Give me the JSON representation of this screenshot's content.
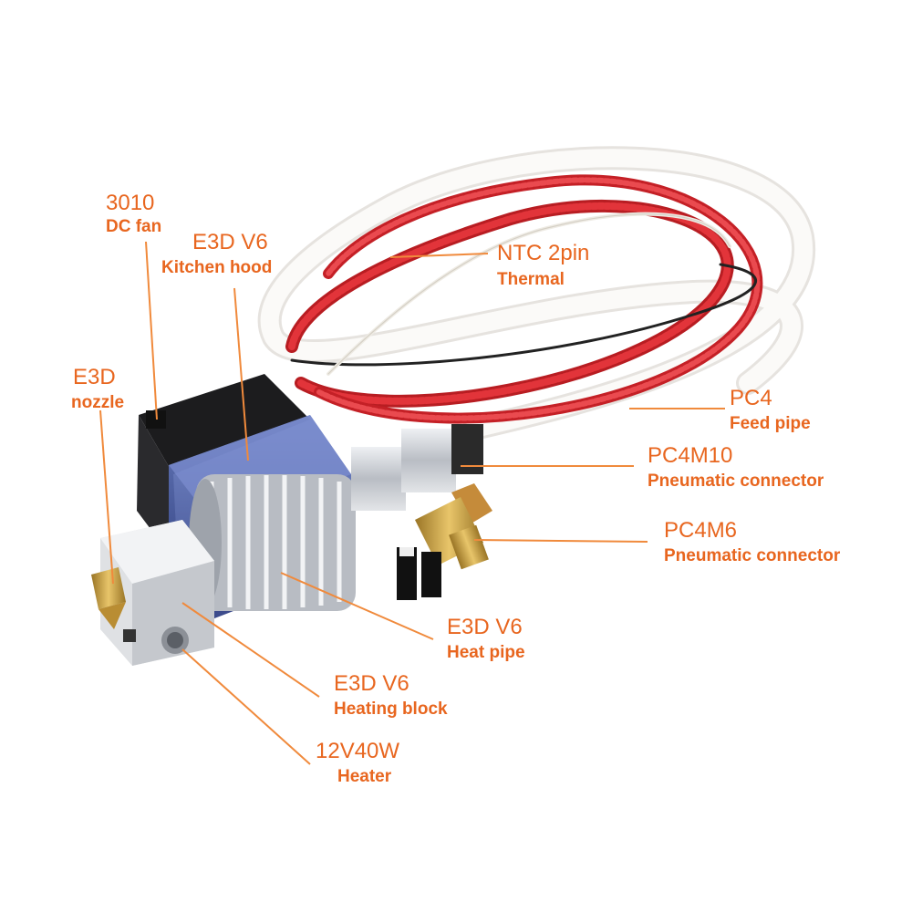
{
  "colors": {
    "label_orange": "#e8661f",
    "leader_orange": "#f08a3c",
    "cable_red": "#d8262c",
    "tube_white": "#f6f4f2",
    "fan_black": "#1c1c1e",
    "shroud_blue": "#3a4f9a",
    "aluminium": "#c9ccd1",
    "brass": "#c8a24a"
  },
  "labels": {
    "fan": {
      "line1": "3010",
      "line2": "DC fan"
    },
    "hood": {
      "line1": "E3D V6",
      "line2": "Kitchen hood"
    },
    "ntc": {
      "line1": "NTC 2pin",
      "line2": "Thermal"
    },
    "nozzle": {
      "line1": "E3D",
      "line2": "nozzle"
    },
    "pc4": {
      "line1": "PC4",
      "line2": "Feed pipe"
    },
    "pc4m10": {
      "line1": "PC4M10",
      "line2": "Pneumatic connector"
    },
    "pc4m6": {
      "line1": "PC4M6",
      "line2": "Pneumatic connector"
    },
    "heatpipe": {
      "line1": "E3D V6",
      "line2": "Heat pipe"
    },
    "heatingblock": {
      "line1": "E3D V6",
      "line2": "Heating block"
    },
    "heater": {
      "line1": "12V40W",
      "line2": "Heater"
    }
  }
}
